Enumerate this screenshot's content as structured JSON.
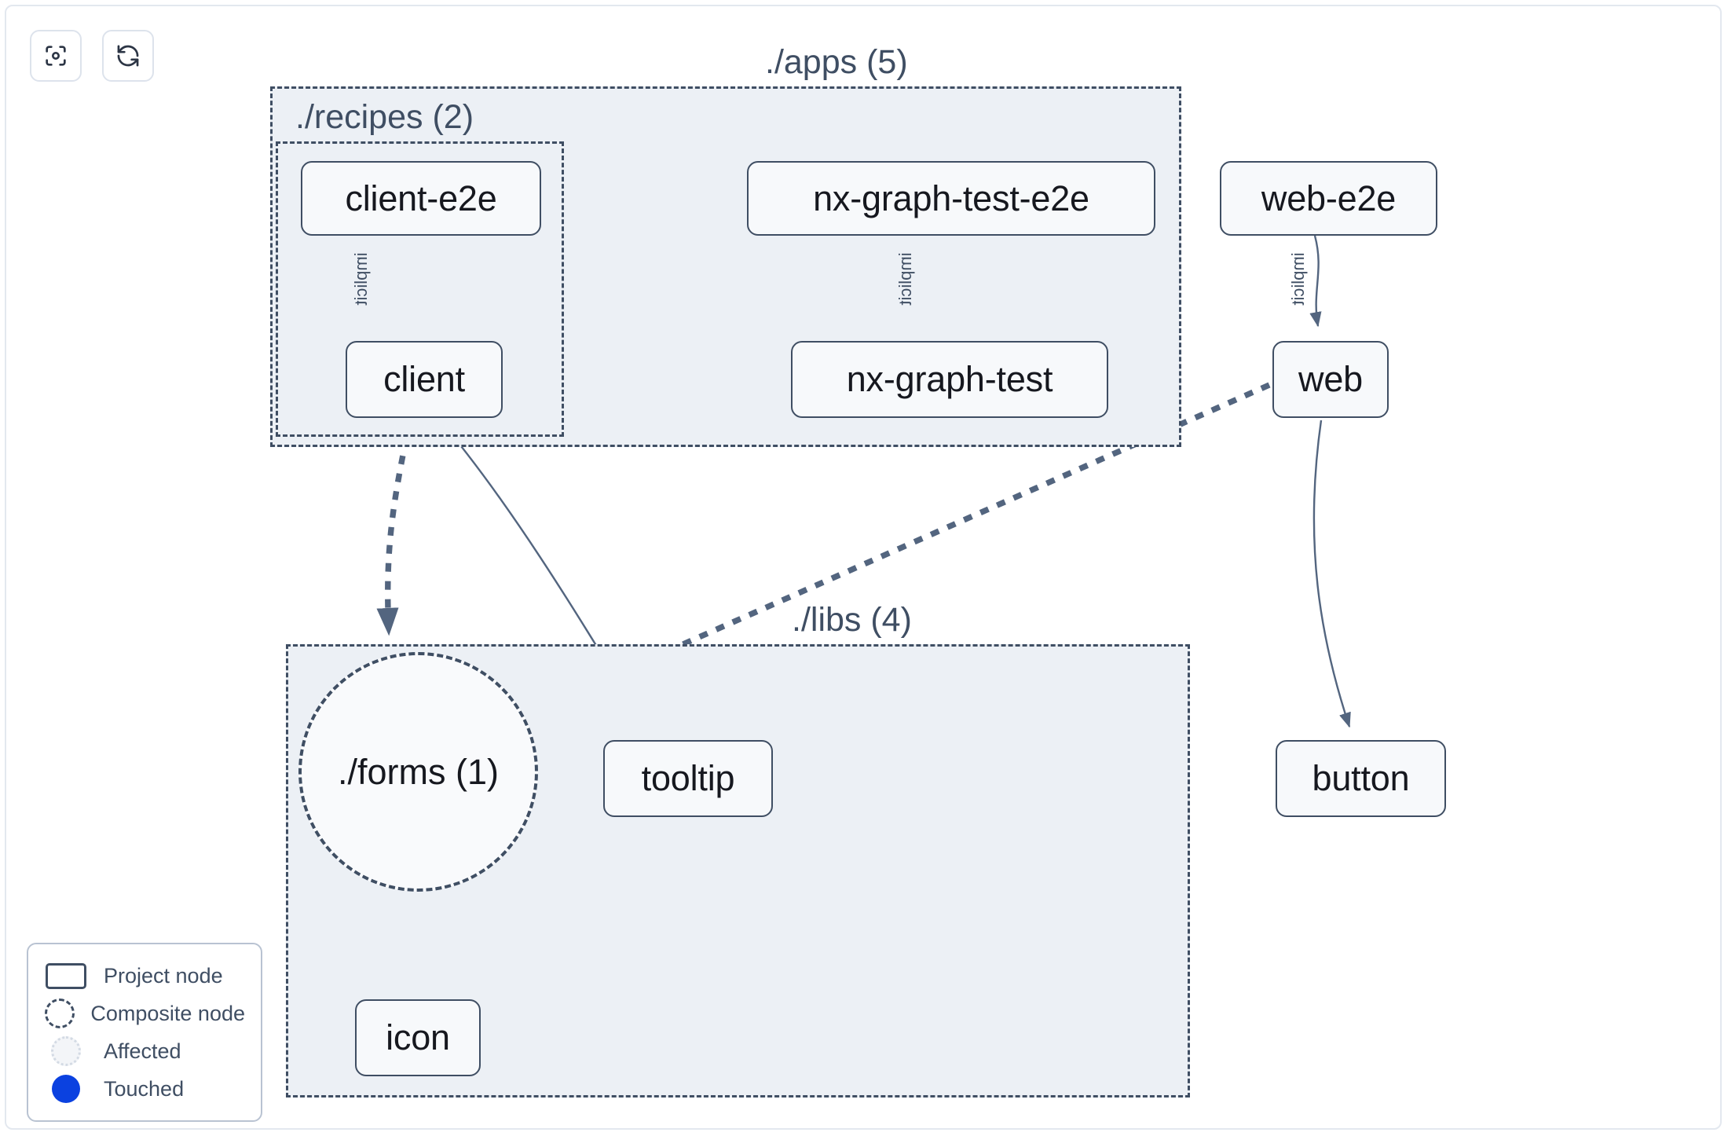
{
  "toolbar": {
    "buttons": [
      {
        "name": "focus-graph-button",
        "icon": "focus-target-icon",
        "title": "Focus"
      },
      {
        "name": "refresh-graph-button",
        "icon": "refresh-sync-icon",
        "title": "Refresh"
      }
    ]
  },
  "graph": {
    "groups": [
      {
        "id": "apps",
        "label": "./apps (5)",
        "count": 5
      },
      {
        "id": "recipes",
        "label": "./recipes (2)",
        "count": 2
      },
      {
        "id": "libs",
        "label": "./libs (4)",
        "count": 4
      }
    ],
    "nodes": [
      {
        "id": "client-e2e",
        "label": "client-e2e",
        "type": "project",
        "group": "recipes"
      },
      {
        "id": "client",
        "label": "client",
        "type": "project",
        "group": "recipes"
      },
      {
        "id": "nx-graph-test-e2e",
        "label": "nx-graph-test-e2e",
        "type": "project",
        "group": "apps"
      },
      {
        "id": "nx-graph-test",
        "label": "nx-graph-test",
        "type": "project",
        "group": "apps"
      },
      {
        "id": "web-e2e",
        "label": "web-e2e",
        "type": "project",
        "group": "apps"
      },
      {
        "id": "web",
        "label": "web",
        "type": "project",
        "group": "apps"
      },
      {
        "id": "forms",
        "label": "./forms (1)",
        "type": "composite",
        "group": "libs"
      },
      {
        "id": "tooltip",
        "label": "tooltip",
        "type": "project",
        "group": "libs"
      },
      {
        "id": "button",
        "label": "button",
        "type": "project",
        "group": "libs"
      },
      {
        "id": "icon",
        "label": "icon",
        "type": "project",
        "group": "libs"
      }
    ],
    "edges": [
      {
        "from": "client-e2e",
        "to": "client",
        "label": "implicit",
        "style": "solid-thin"
      },
      {
        "from": "nx-graph-test-e2e",
        "to": "nx-graph-test",
        "label": "implicit",
        "style": "solid-thin"
      },
      {
        "from": "web-e2e",
        "to": "web",
        "label": "implicit",
        "style": "solid-thin"
      },
      {
        "from": "client",
        "to": "forms",
        "label": "",
        "style": "dashed-thick"
      },
      {
        "from": "client",
        "to": "tooltip",
        "label": "",
        "style": "solid-thin"
      },
      {
        "from": "web",
        "to": "forms",
        "label": "",
        "style": "dashed-thick"
      },
      {
        "from": "web",
        "to": "button",
        "label": "",
        "style": "solid-thin"
      },
      {
        "from": "forms",
        "to": "icon",
        "label": "",
        "style": "dashed-thick"
      }
    ]
  },
  "legend": {
    "items": [
      {
        "label": "Project node",
        "swatch": "project-node-swatch"
      },
      {
        "label": "Composite node",
        "swatch": "composite-node-swatch"
      },
      {
        "label": "Affected",
        "swatch": "affected-swatch"
      },
      {
        "label": "Touched",
        "swatch": "touched-swatch"
      }
    ]
  },
  "colors": {
    "node_border": "#3f4e63",
    "node_fill": "#f7f9fb",
    "group_fill": "#ecf0f5",
    "edge": "#53657f",
    "text": "#16181f",
    "touched": "#0b41e0",
    "frame": "#e3e8ef"
  }
}
